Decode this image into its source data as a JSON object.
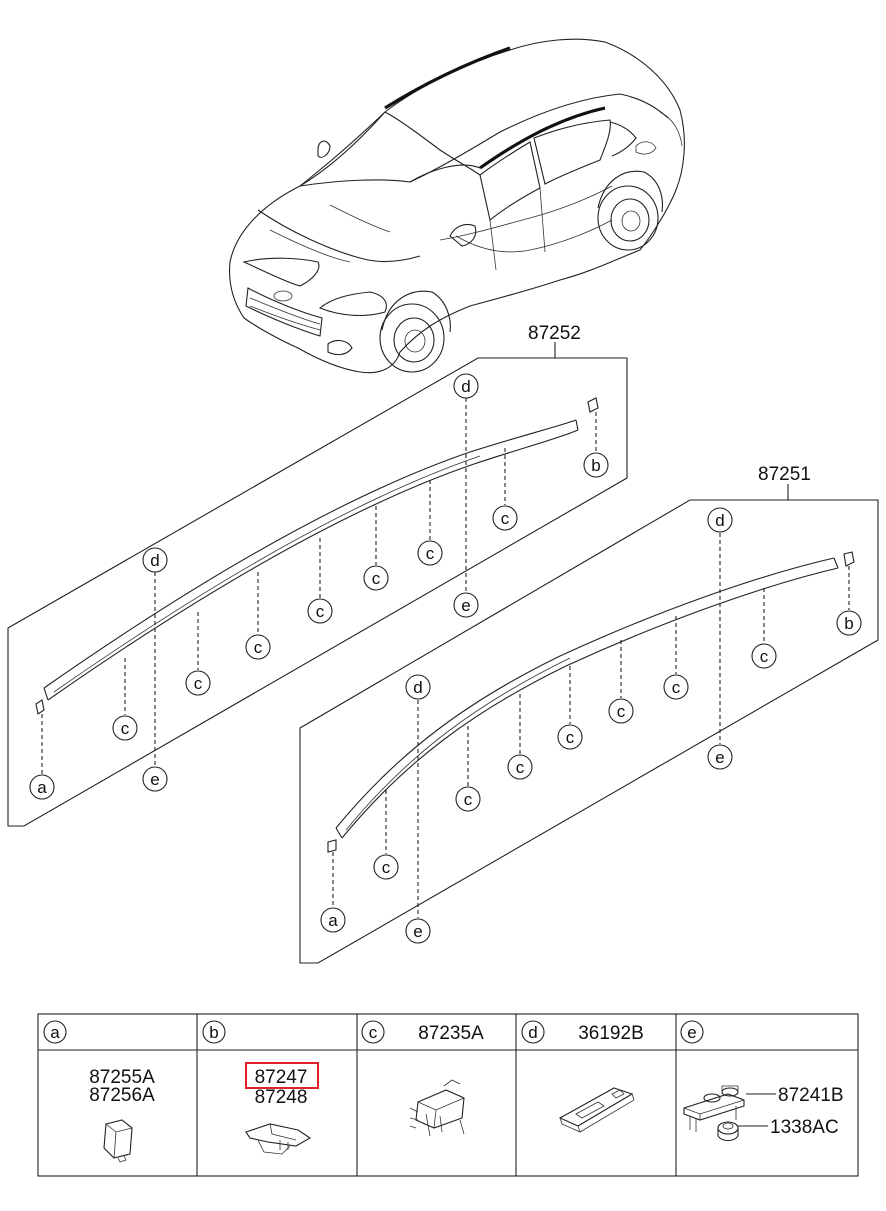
{
  "assemblies": [
    {
      "part_number": "87252"
    },
    {
      "part_number": "87251"
    }
  ],
  "callout_letters": {
    "a": "a",
    "b": "b",
    "c": "c",
    "d": "d",
    "e": "e"
  },
  "legend": {
    "cells": [
      {
        "letter": "a",
        "header_part": "",
        "parts": [
          "87255A",
          "87256A"
        ]
      },
      {
        "letter": "b",
        "header_part": "",
        "parts": [
          "87247",
          "87248"
        ],
        "highlighted_part": "87247"
      },
      {
        "letter": "c",
        "header_part": "87235A",
        "parts": []
      },
      {
        "letter": "d",
        "header_part": "36192B",
        "parts": []
      },
      {
        "letter": "e",
        "header_part": "",
        "parts": [
          "87241B",
          "1338AC"
        ]
      }
    ]
  },
  "colors": {
    "line": "#222222",
    "highlight": "#e0202a",
    "background": "#ffffff"
  }
}
